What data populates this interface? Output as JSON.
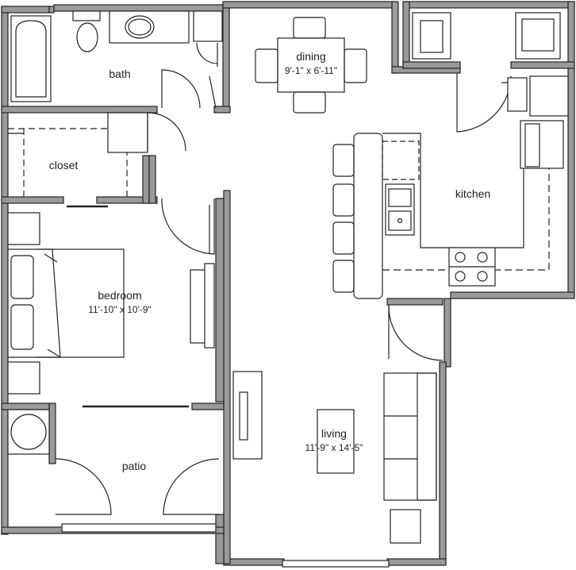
{
  "plan": {
    "wall_color": "#9a9a9a",
    "line_color": "#222222",
    "rooms": {
      "bath": {
        "name": "bath"
      },
      "closet": {
        "name": "closet"
      },
      "dining": {
        "name": "dining",
        "dims": "9'-1\" x 6'-11\""
      },
      "kitchen": {
        "name": "kitchen"
      },
      "bedroom": {
        "name": "bedroom",
        "dims": "11'-10\" x 10'-9\""
      },
      "patio": {
        "name": "patio"
      },
      "living": {
        "name": "living",
        "dims": "11'-9\" x 14'-5\""
      }
    }
  }
}
